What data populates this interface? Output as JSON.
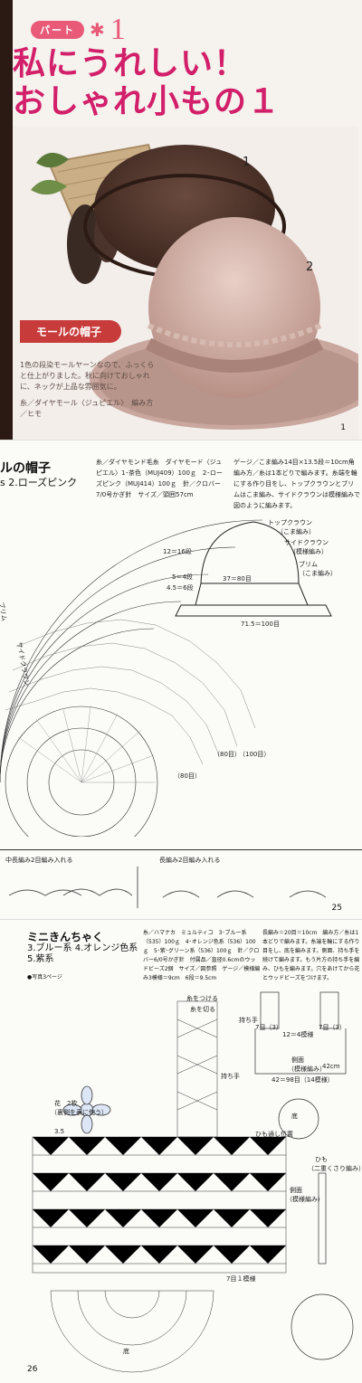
{
  "page1": {
    "part_label": "パート",
    "part_number": "1",
    "title_line1": "私にうれしい！",
    "title_line2": "おしゃれ小もの１",
    "hat1_label": "1",
    "hat2_label": "2",
    "tag": "モールの帽子",
    "description": "1色の段染モールヤーンなので、ふっくらと仕上がりました。秋に向けておしゃれに、ネックが上品な雰囲気に。",
    "description2": "糸／ダイヤモール〈ジュピエル〉　編み方／ヒモ",
    "page_number": "1"
  },
  "page2": {
    "title": "ルの帽子",
    "subtitle": "s 2.ローズピンク",
    "spec_left": "糸／ダイヤモンド毛糸　ダイヤモード〈ジュピエル〉1･茶色（MUJ409）100ｇ　2･ローズピンク（MUJ414）100ｇ　針／クロバー7/0号かぎ針　サイズ／頭囲57cm",
    "spec_right": "ゲージ／こま編み14目×13.5段＝10cm角　編み方／糸は1本どりで編みます。糸端を輪にする作り目をし、トップクラウンとブリムはこま編み、サイドクラウンは模様編みで図のように編みます。",
    "labels": {
      "top_crown": "トップクラウン",
      "top_crown_sub": "（こま編み）",
      "side_crown": "サイドクラウン",
      "side_crown_sub": "（模様編み）",
      "brim": "ブリム",
      "brim_sub": "（こま編み）",
      "r1": "12＝16段",
      "r2": "5＝4段",
      "r3": "4.5＝6段",
      "r4": "37＝80目",
      "r5": "71.5＝100目",
      "side_brim": "ブリム",
      "side_side": "サイドクラウン",
      "c80a": "（80目）",
      "c100": "（100目）",
      "c80b": "（80目）"
    },
    "lower_left": "中長編み2目編み入れる",
    "lower_right": "長編み2目編み入れる",
    "page_number": "25"
  },
  "page3": {
    "title": "ミニきんちゃく",
    "subtitle_line1": "3.ブルー系  4.オレンジ色系",
    "subtitle_line2": "5.紫系",
    "ref": "●写真3ページ",
    "spec_left": "糸／ハマナカ　ミュルティコ　3･ブルー系（535）100ｇ　4･オレンジ色系（536）100ｇ　5･紫･グリーン系（536）100ｇ　針／クロバー6/0号かぎ針　付属品／直径0.6cmのウッドビーズ2個　サイズ／図参照　ゲージ／模様編み3模様＝9cm　6段＝9.5cm",
    "spec_right": "長編み＝20目＝10cm　編み方／糸は1本どりで編みます。糸端を輪にする作り目をし、底を編みます。側面、持ち手を続けて編みます。もう片方の持ち手を編み、ひもを編みます。穴をあけてから花とウッドビーズをつけます。",
    "labels": {
      "flower": "花　2枚",
      "flower_sub": "（裏側を表に使う）",
      "thread_note": "糸をつける",
      "thread_cut": "糸を切る",
      "handle": "持ち手",
      "side": "側面",
      "side_sub": "（模様編み）",
      "bottom": "底",
      "bottom_center": "底",
      "string_pos": "ひも通し位置",
      "r_7": "7目１模様",
      "r_35": "3.5",
      "cm42": "42cm",
      "sz1": "12＝4模様",
      "sz2": "42＝98目（14模様）",
      "r7a": "7目（3）",
      "r7b": "7目（3）",
      "string": "ひも",
      "string_sub": "（二重くさり編み）",
      "side2": "側面",
      "side2_sub": "（模様編み）"
    },
    "page_number": "26"
  }
}
